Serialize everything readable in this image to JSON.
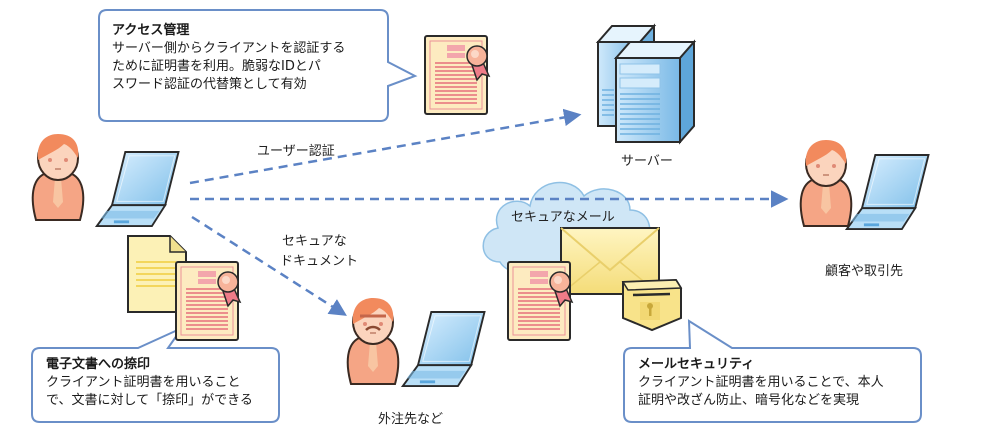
{
  "colors": {
    "arrow": "#5b82c4",
    "callout_border": "#6a8fc8",
    "skin": "#f4a98a",
    "body": "#f3a07f",
    "laptop": "#a9d4f2",
    "cloud": "#cfe6f6",
    "document_bg": "#fcebc4",
    "document_lines": "#ea7c86",
    "server": "#a7d3f0",
    "envelope": "#fae99a"
  },
  "callouts": {
    "access": {
      "title": "アクセス管理",
      "lines": [
        "サーバー側からクライアントを認証する",
        "ために証明書を利用。脆弱なIDとパ",
        "スワード認証の代替策として有効"
      ]
    },
    "seal": {
      "title": "電子文書への捺印",
      "lines": [
        "クライアント証明書を用いること",
        "で、文書に対して「捺印」ができる"
      ]
    },
    "mail": {
      "title": "メールセキュリティ",
      "lines": [
        "クライアント証明書を用いることで、本人",
        "証明や改ざん防止、暗号化などを実現"
      ]
    }
  },
  "arrows": {
    "user_auth": "ユーザー認証",
    "secure_doc_line1": "セキュアな",
    "secure_doc_line2": "ドキュメント",
    "secure_mail": "セキュアなメール"
  },
  "nodes": {
    "server": "サーバー",
    "customer": "顧客や取引先",
    "contractor": "外注先など"
  },
  "icons": [
    "user-with-laptop-icon",
    "certificate-icon",
    "server-icon",
    "cloud-icon",
    "envelope-icon",
    "lock-shield-icon",
    "document-icon"
  ]
}
